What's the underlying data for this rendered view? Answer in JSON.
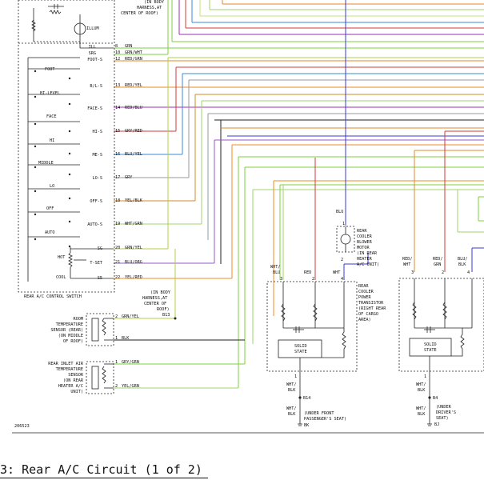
{
  "caption": "3: Rear A/C Circuit (1 of 2)",
  "diagram_id": "206523",
  "control_switch": {
    "title": "REAR A/C CONTROL SWITCH",
    "illum": "ILLUM",
    "body_harness_top": [
      "(IN BODY",
      "HARNESS,AT",
      "CENTER OF ROOF)"
    ],
    "switch_labels": {
      "foot": "FOOT",
      "bilevel": "BI-LEVEL",
      "face": "FACE",
      "hi": "HI",
      "middle": "MIDDLE",
      "lo": "LO",
      "off": "OFF",
      "auto": "AUTO",
      "hot": "HOT",
      "cool": "COOL",
      "tset": "T-SET"
    },
    "pins": [
      {
        "name": "ILL",
        "num": "8",
        "wire": "GRN"
      },
      {
        "name": "SRG",
        "num": "10",
        "wire": "GRN/WHT"
      },
      {
        "name": "FOOT-S",
        "num": "12",
        "wire": "RED/GRN"
      },
      {
        "name": "B/L-S",
        "num": "13",
        "wire": "RED/YEL"
      },
      {
        "name": "FACE-S",
        "num": "14",
        "wire": "RED/BLU"
      },
      {
        "name": "HI-S",
        "num": "15",
        "wire": "GRY/RED"
      },
      {
        "name": "ME-S",
        "num": "16",
        "wire": "BLU/YEL"
      },
      {
        "name": "LO-S",
        "num": "17",
        "wire": "GRY"
      },
      {
        "name": "OFF-S",
        "num": "18",
        "wire": "YEL/BLK"
      },
      {
        "name": "AUTO-S",
        "num": "19",
        "wire": "WHT/GRN"
      },
      {
        "name": "SG",
        "num": "20",
        "wire": "GRN/YEL"
      },
      {
        "name": "T-SET",
        "num": "21",
        "wire": "BLU/ORG"
      },
      {
        "name": "S5",
        "num": "22",
        "wire": "YEL/RED"
      }
    ]
  },
  "harness_note": [
    "(IN BODY",
    "HARNESS,AT",
    "CENTER OF",
    "ROOF)",
    "B13"
  ],
  "room_sensor": {
    "label": [
      "ROOM",
      "TEMPERATURE",
      "SENSOR (REAR)",
      "(ON MIDDLE",
      "OF ROOF)"
    ],
    "pins": [
      {
        "num": "2",
        "wire": "GRN/YEL"
      },
      {
        "num": "1",
        "wire": "BLK"
      }
    ]
  },
  "inlet_sensor": {
    "label": [
      "REAR INLET AIR",
      "TEMPERATURE",
      "SENSOR",
      "(ON REAR",
      "HEATER A/C",
      "UNIT)"
    ],
    "pins": [
      {
        "num": "1",
        "wire": "GRY/GRN"
      },
      {
        "num": "2",
        "wire": "YEL/GRN"
      }
    ]
  },
  "blower": {
    "wire_top": "BLU",
    "pin_top": "1",
    "pin_bottom": "2",
    "label": [
      "REAR",
      "COOLER",
      "BLOWER",
      "MOTOR",
      "(IN REAR",
      "HEATER",
      "A/C UNIT)"
    ]
  },
  "transistor_left": {
    "label": [
      "REAR",
      "COOLER",
      "POWER",
      "TRANSISTOR",
      "(RIGHT REAR",
      "OF CARGO",
      "AREA)"
    ],
    "pin_labels": [
      {
        "wire": [
          "WHT/",
          "BLU"
        ],
        "num": "3"
      },
      {
        "wire": [
          "RED"
        ],
        "num": "2"
      },
      {
        "wire": [
          "WHT"
        ],
        "num": "4"
      }
    ],
    "solid_state": [
      "SOLID",
      "STATE"
    ],
    "bottom_pin": "1",
    "bottom_wire": [
      "WHT/",
      "BLK"
    ],
    "connector": "B14",
    "ground_wire": [
      "WHT/",
      "BLK"
    ],
    "ground_note": [
      "(UNDER FRONT",
      "PASSENGER'S SEAT)"
    ],
    "ground": "BK"
  },
  "transistor_right": {
    "pin_labels": [
      {
        "wire": [
          "RED/",
          "WHT"
        ],
        "num": "3"
      },
      {
        "wire": [
          "RED/",
          "GRN"
        ],
        "num": "2"
      },
      {
        "wire": [
          "BLU/",
          "BLK"
        ],
        "num": "4"
      }
    ],
    "solid_state": [
      "SOLID",
      "STATE"
    ],
    "bottom_pin": "1",
    "bottom_wire": [
      "WHT/",
      "BLK"
    ],
    "connector": "B4",
    "ground_wire": [
      "WHT/",
      "BLK"
    ],
    "ground_note": [
      "(UNDER",
      "DRIVER'S",
      "SEAT)"
    ],
    "ground": "BJ"
  },
  "wire_colors": {
    "GRN": "#7ed33a",
    "SRG": "#c8e07a",
    "RED/GRN": "#e08a2a",
    "RED/YEL": "#f08a22",
    "RED/BLU": "#9b2fb3",
    "GRY/RED": "#d23b3b",
    "BLU/YEL": "#3a8ad8",
    "GRY": "#999999",
    "YEL/BLK": "#d28a2a",
    "WHT/GRN": "#9fd66a",
    "GRN/YEL": "#b0d040",
    "BLU/ORG": "#9a55c8",
    "BLU": "#3a3ad0",
    "BLK": "#222222"
  }
}
